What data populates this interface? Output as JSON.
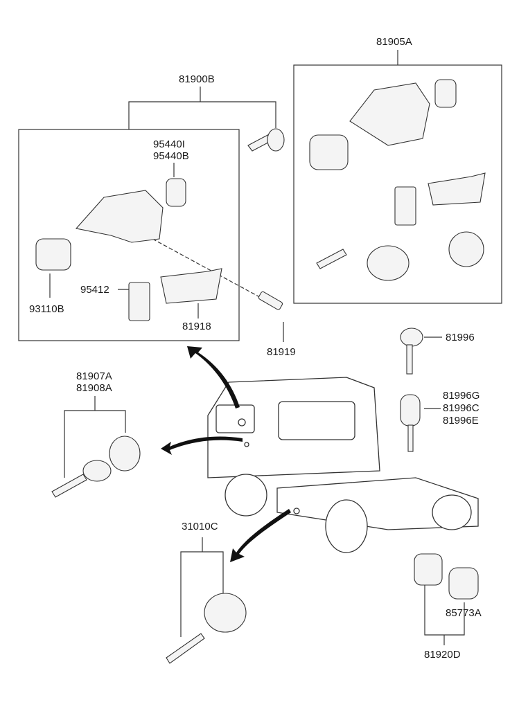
{
  "diagram": {
    "title": "Ignition Lock / Key Set Parts Diagram",
    "labels": {
      "p81905A": "81905A",
      "p81900B": "81900B",
      "p95440I": "95440I",
      "p95440B": "95440B",
      "p93110B": "93110B",
      "p95412": "95412",
      "p81918": "81918",
      "p81919": "81919",
      "p81996": "81996",
      "p81996G": "81996G",
      "p81996C": "81996C",
      "p81996E": "81996E",
      "p81907A": "81907A",
      "p81908A": "81908A",
      "p31010C": "31010C",
      "p85773A": "85773A",
      "p81920D": "81920D"
    },
    "colors": {
      "line": "#333333",
      "arrow": "#111111",
      "part_fill": "#f4f4f4"
    }
  }
}
